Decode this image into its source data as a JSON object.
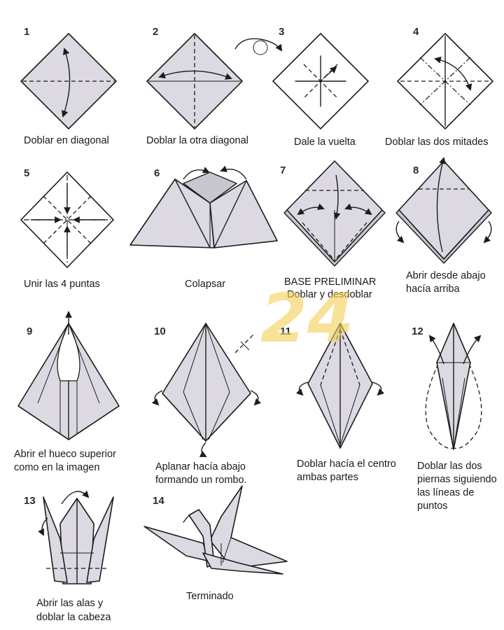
{
  "steps": [
    {
      "number": "1",
      "caption": [
        "Doblar en diagonal"
      ]
    },
    {
      "number": "2",
      "caption": [
        "Doblar la otra diagonal"
      ]
    },
    {
      "number": "3",
      "caption": [
        "Dale la vuelta"
      ]
    },
    {
      "number": "4",
      "caption": [
        "Doblar las dos mitades"
      ]
    },
    {
      "number": "5",
      "caption": [
        "Unir las 4 puntas"
      ]
    },
    {
      "number": "6",
      "caption": [
        "Colapsar"
      ]
    },
    {
      "number": "7",
      "caption": [
        "BASE PRELIMINAR",
        "Doblar y desdoblar"
      ]
    },
    {
      "number": "8",
      "caption": [
        "Abrir desde abajo",
        "hacía arriba"
      ]
    },
    {
      "number": "9",
      "caption": [
        "Abrir el hueco superior",
        "como en la imagen"
      ]
    },
    {
      "number": "10",
      "caption": [
        "Aplanar hacía abajo",
        "formando un rombo."
      ]
    },
    {
      "number": "11",
      "caption": [
        "Doblar hacía el centro",
        "ambas partes"
      ]
    },
    {
      "number": "12",
      "caption": [
        "Doblar las dos",
        "piernas siguiendo",
        "las líneas de",
        "puntos"
      ]
    },
    {
      "number": "13",
      "caption": [
        "Abrir las alas y",
        "doblar la cabeza"
      ]
    },
    {
      "number": "14",
      "caption": [
        "Terminado"
      ]
    }
  ],
  "watermark": "24",
  "colors": {
    "paper": "#dcd9e2",
    "line": "#1c1c1c",
    "watermark": "#f2cf55"
  }
}
